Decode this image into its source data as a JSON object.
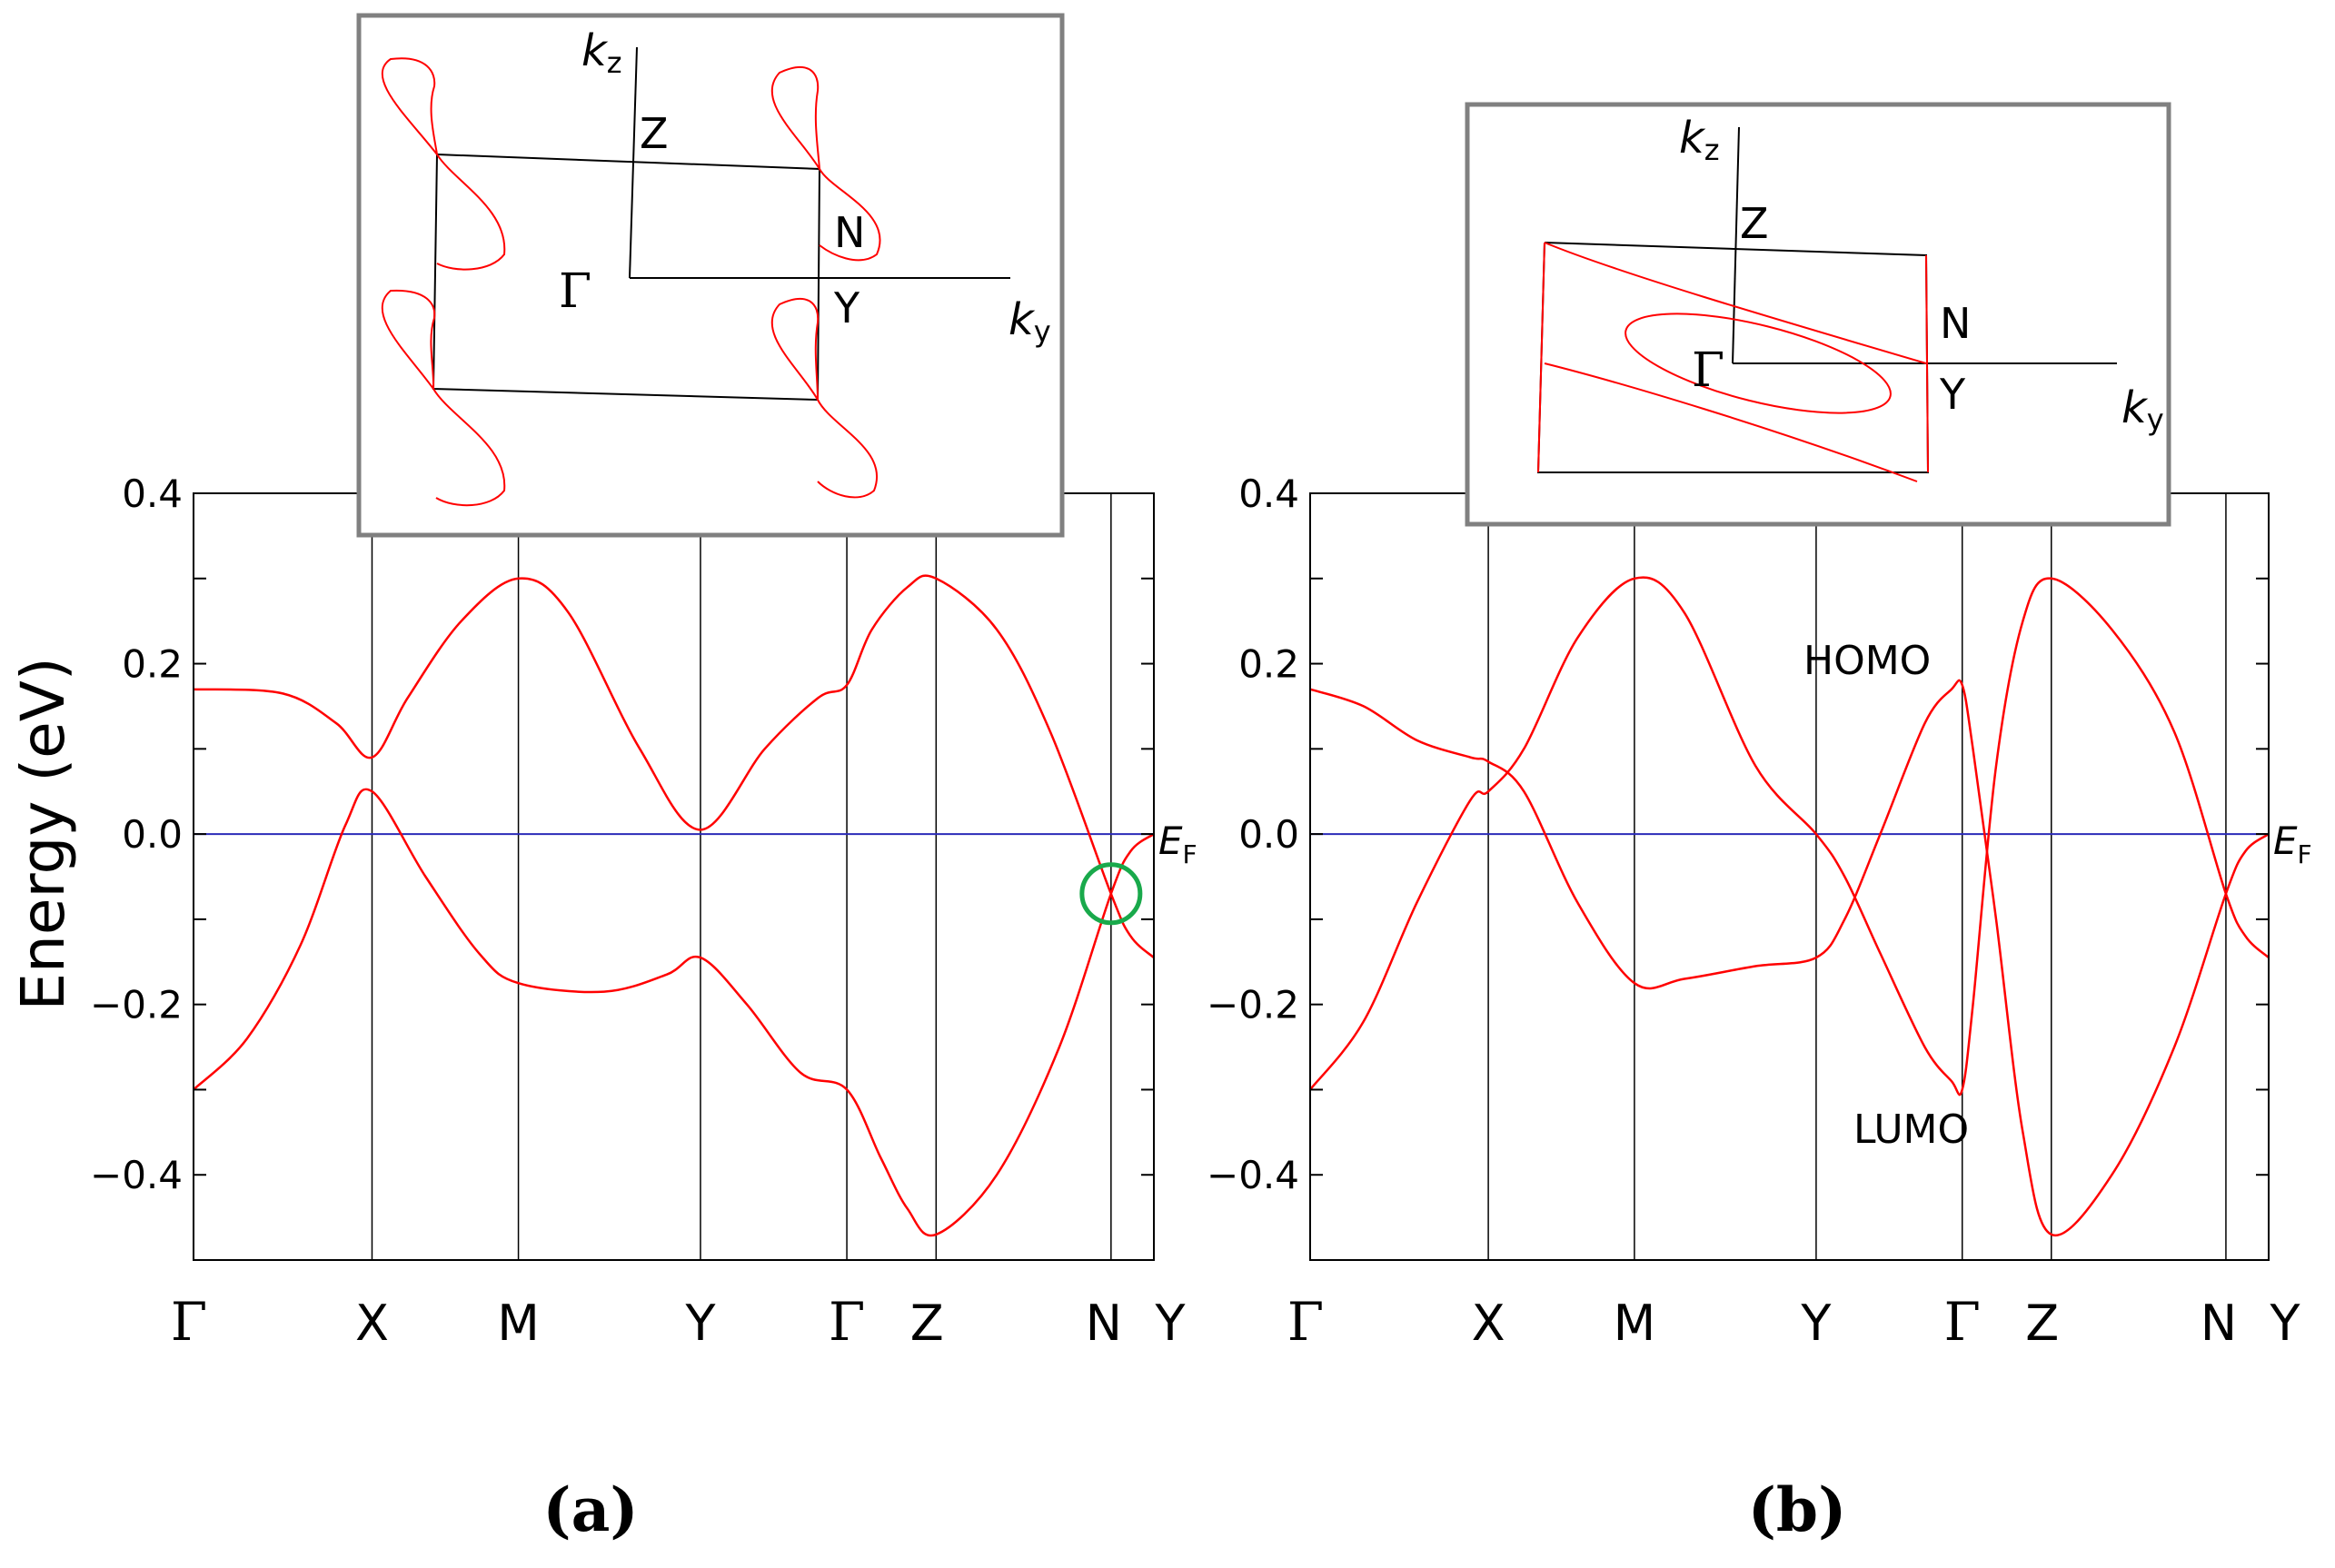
{
  "figure": {
    "ylabel": "Energy (eV)",
    "fermi_label_main": "E",
    "fermi_label_sub": "F",
    "kz_main": "k",
    "kz_sub": "z",
    "ky_main": "k",
    "ky_sub": "y"
  },
  "colors": {
    "bands": "#ff0000",
    "fermi_line": "#2b2bb8",
    "highlight_circle": "#19a94b",
    "frame": "#000000",
    "inset_border": "#808080"
  },
  "chart_data": [
    {
      "type": "line",
      "panel_label": "(a)",
      "xlabel": "",
      "ylabel": "Energy (eV)",
      "ylim": [
        -0.5,
        0.4
      ],
      "yticks": [
        -0.4,
        -0.2,
        0.0,
        0.2,
        0.4
      ],
      "ytick_labels": [
        "−0.4",
        "−0.2",
        "0.0",
        "0.2",
        "0.4"
      ],
      "kpath": [
        "Γ",
        "X",
        "M",
        "Y",
        "Γ",
        "Z",
        "N",
        "Y"
      ],
      "kpath_positions": [
        0,
        1.0,
        1.82,
        2.84,
        3.66,
        4.16,
        5.14,
        5.38
      ],
      "fermi_level": 0.0,
      "annotations": [
        "circle at band crossing near N, E ≈ −0.07 eV"
      ],
      "series": [
        {
          "x": [
            0,
            0.5,
            0.8,
            1.0,
            1.2,
            1.5,
            1.82,
            2.1,
            2.5,
            2.84,
            3.2,
            3.5,
            3.66,
            3.8,
            4.0,
            4.16,
            4.5,
            4.8,
            5.14,
            5.25,
            5.38
          ],
          "y": [
            0.17,
            0.165,
            0.13,
            0.09,
            0.16,
            0.25,
            0.3,
            0.26,
            0.1,
            0.005,
            0.1,
            0.16,
            0.175,
            0.24,
            0.29,
            0.3,
            0.24,
            0.12,
            -0.07,
            -0.12,
            -0.145
          ]
        },
        {
          "x": [
            0,
            0.3,
            0.6,
            0.85,
            1.0,
            1.3,
            1.6,
            1.82,
            2.3,
            2.65,
            2.84,
            3.1,
            3.4,
            3.66,
            3.85,
            4.0,
            4.16,
            4.5,
            4.85,
            5.14,
            5.25,
            5.38
          ],
          "y": [
            -0.3,
            -0.24,
            -0.13,
            0.01,
            0.05,
            -0.05,
            -0.14,
            -0.175,
            -0.185,
            -0.165,
            -0.145,
            -0.2,
            -0.28,
            -0.3,
            -0.38,
            -0.44,
            -0.47,
            -0.4,
            -0.25,
            -0.07,
            -0.02,
            0.0
          ]
        }
      ],
      "inset": {
        "points": [
          "Γ",
          "Z",
          "N",
          "Y"
        ],
        "axes": [
          "k_z",
          "k_y"
        ]
      }
    },
    {
      "type": "line",
      "panel_label": "(b)",
      "xlabel": "",
      "ylabel": "",
      "ylim": [
        -0.5,
        0.4
      ],
      "yticks": [
        -0.4,
        -0.2,
        0.0,
        0.2,
        0.4
      ],
      "ytick_labels": [
        "−0.4",
        "−0.2",
        "0.0",
        "0.2",
        "0.4"
      ],
      "kpath": [
        "Γ",
        "X",
        "M",
        "Y",
        "Γ",
        "Z",
        "N",
        "Y"
      ],
      "kpath_positions": [
        0,
        1.0,
        1.82,
        2.84,
        3.66,
        4.16,
        5.14,
        5.38
      ],
      "fermi_level": 0.0,
      "annotations": [
        "HOMO",
        "LUMO"
      ],
      "series": [
        {
          "x": [
            0,
            0.3,
            0.6,
            0.9,
            1.0,
            1.2,
            1.5,
            1.82,
            2.1,
            2.5,
            2.84,
            3.0,
            3.2,
            3.45,
            3.6,
            3.66,
            3.72,
            3.85,
            4.0,
            4.16,
            4.5,
            4.85,
            5.14,
            5.25,
            5.38
          ],
          "y": [
            0.17,
            0.15,
            0.11,
            0.09,
            0.085,
            0.05,
            -0.08,
            -0.175,
            -0.17,
            -0.155,
            -0.145,
            -0.1,
            0.0,
            0.13,
            0.17,
            0.175,
            0.1,
            -0.1,
            -0.35,
            -0.47,
            -0.4,
            -0.25,
            -0.07,
            -0.02,
            0.0
          ]
        },
        {
          "x": [
            0,
            0.3,
            0.6,
            0.9,
            1.0,
            1.2,
            1.5,
            1.82,
            2.1,
            2.5,
            2.84,
            3.0,
            3.2,
            3.45,
            3.6,
            3.66,
            3.72,
            3.85,
            4.0,
            4.16,
            4.5,
            4.85,
            5.14,
            5.25,
            5.38
          ],
          "y": [
            -0.3,
            -0.22,
            -0.08,
            0.04,
            0.05,
            0.1,
            0.23,
            0.3,
            0.26,
            0.08,
            0.0,
            -0.05,
            -0.14,
            -0.25,
            -0.29,
            -0.3,
            -0.2,
            0.08,
            0.25,
            0.3,
            0.24,
            0.12,
            -0.07,
            -0.12,
            -0.145
          ]
        }
      ],
      "inset": {
        "points": [
          "Z",
          "N",
          "Γ",
          "Y"
        ],
        "axes": [
          "k_z",
          "k_y"
        ]
      }
    }
  ]
}
